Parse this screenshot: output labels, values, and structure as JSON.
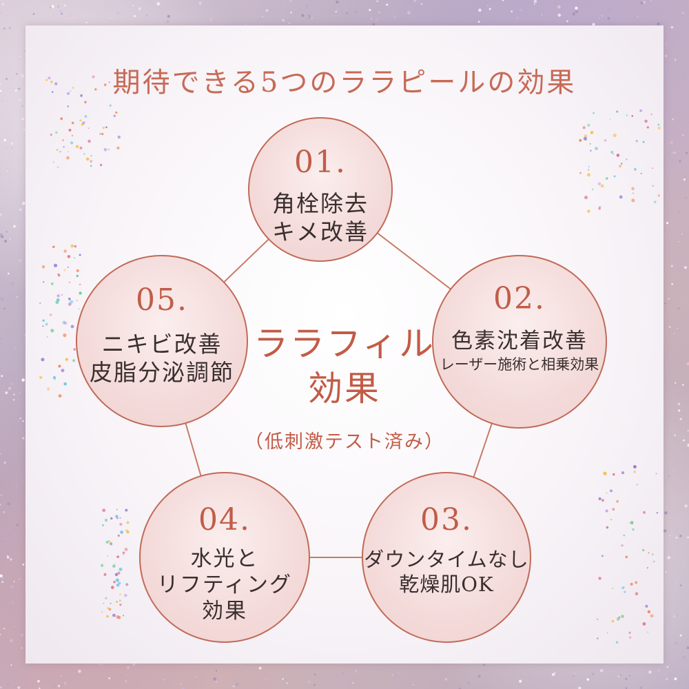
{
  "title": "期待できる5つのララピールの効果",
  "center": {
    "title_lines": [
      "ララフィル",
      "効果"
    ],
    "note": "（低刺激テスト済み）"
  },
  "effects": [
    {
      "number": "01.",
      "lines": [
        "角栓除去",
        "キメ改善"
      ]
    },
    {
      "number": "02.",
      "lines": [
        "色素沈着改善",
        "レーザー施術と相乗効果"
      ]
    },
    {
      "number": "03.",
      "lines": [
        "ダウンタイムなし",
        "乾燥肌OK"
      ]
    },
    {
      "number": "04.",
      "lines": [
        "水光と",
        "リフティング",
        "効果"
      ]
    },
    {
      "number": "05.",
      "lines": [
        "ニキビ改善",
        "皮脂分泌調節"
      ]
    }
  ],
  "colors": {
    "accent": "#c05d49",
    "node_fill": "#f4dcdb",
    "panel": "#ffffff"
  }
}
